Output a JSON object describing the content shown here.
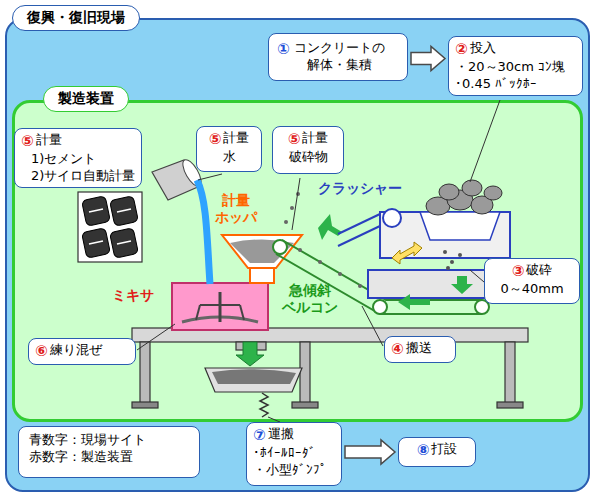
{
  "diagram": {
    "nodes": [
      {
        "text": [
          "復興・復旧現場"
        ]
      },
      {
        "text": [
          "①",
          "コンクリートの 解体・集積"
        ],
        "in": 0
      },
      {
        "text": [
          "②",
          "投入",
          "・20～30cm ｺﾝ塊",
          "・0.45 ﾊﾞｯｸﾎｰ"
        ],
        "in": 0
      },
      {
        "text": [
          "製造装置"
        ],
        "in": 0
      },
      {
        "text": [
          "⑤",
          "計量",
          "1)セメント",
          "2)サイロ自動計量"
        ],
        "in": 3
      },
      {
        "text": [
          "⑤",
          "計量",
          "水"
        ],
        "in": 3
      },
      {
        "text": [
          "⑤",
          "計量",
          "破砕物"
        ],
        "in": 3
      },
      {
        "text": [
          "③",
          "破砕",
          "0～40mm"
        ],
        "in": 3
      },
      {
        "text": [
          "⑥",
          "練り混ぜ"
        ],
        "in": 3
      },
      {
        "text": [
          "④",
          "搬送"
        ],
        "in": 3
      },
      {
        "text": [
          "青数字：現場サイト",
          "赤数字：製造装置"
        ],
        "in": 0
      },
      {
        "text": [
          "⑦",
          "運搬",
          "・ﾎｲｰﾙﾛｰﾀﾞ",
          "・小型ﾀﾞﾝﾌﾟ"
        ],
        "in": 0
      },
      {
        "text": [
          "⑧",
          "打設"
        ],
        "in": 0
      }
    ],
    "edges": [
      {
        "from": 1,
        "to": 2,
        "arrow": "to"
      },
      {
        "from": 11,
        "to": 12,
        "arrow": "to"
      }
    ],
    "labels": [
      "クラッシャー",
      "計量 ホッパ",
      "ミキサ",
      "急傾斜 ベルコン"
    ]
  }
}
